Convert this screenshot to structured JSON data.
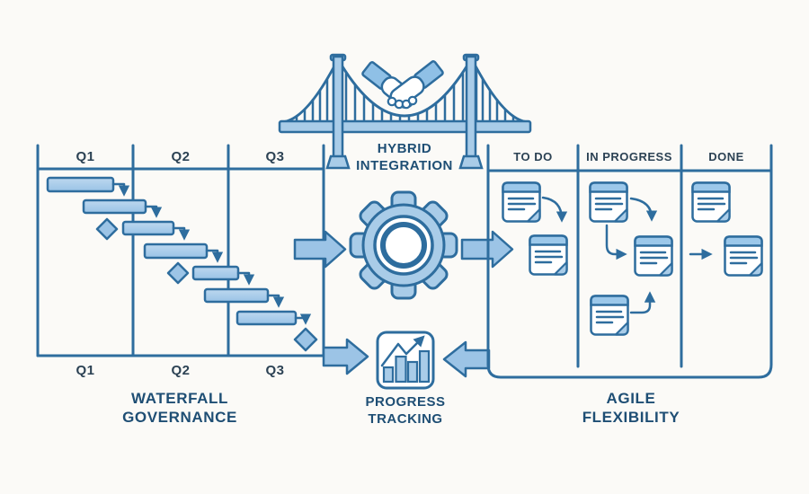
{
  "diagram": {
    "type": "hybrid-project-management-concept",
    "background_color": "#fbfaf7"
  },
  "colors": {
    "outline_blue": "#2e6d9e",
    "fill_light_blue": "#a9cce8",
    "fill_medium_blue": "#8fc0e6",
    "arrow_fill": "#9cc4e6",
    "header_text": "#2c4254",
    "label_navy": "#1e4e74",
    "background": "#fbfaf7"
  },
  "bridge": {
    "label_line1": "HYBRID",
    "label_line2": "INTEGRATION"
  },
  "gantt": {
    "title_line1": "WATERFALL",
    "title_line2": "GOVERNANCE",
    "columns_top": [
      "Q1",
      "Q2",
      "Q3"
    ],
    "columns_bottom": [
      "Q1",
      "Q2",
      "Q3"
    ],
    "bar_count": 7,
    "milestone_count": 3
  },
  "progress": {
    "label_line1": "PROGRESS",
    "label_line2": "TRACKING"
  },
  "kanban": {
    "title_line1": "AGILE",
    "title_line2": "FLEXIBILITY",
    "columns": [
      "TO DO",
      "IN PROGRESS",
      "DONE"
    ],
    "cards_per_column": [
      2,
      3,
      2
    ]
  }
}
